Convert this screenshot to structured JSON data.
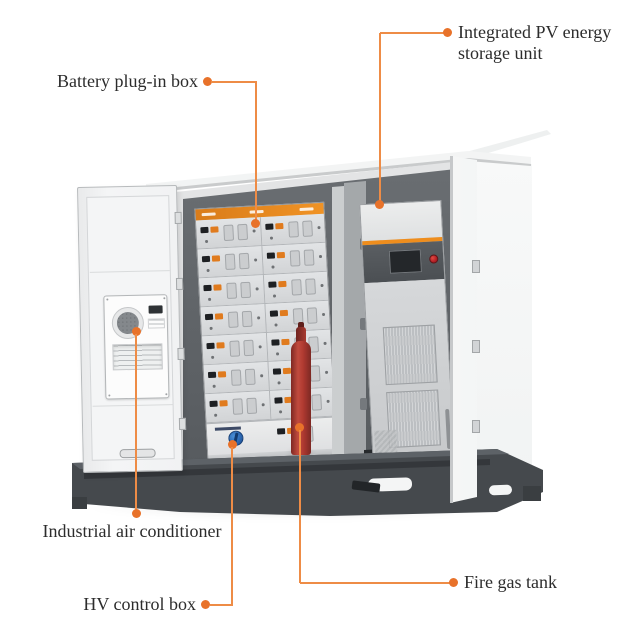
{
  "callouts": {
    "pv_unit": {
      "label": "Integrated PV energy storage unit"
    },
    "battery_box": {
      "label": "Battery plug-in box"
    },
    "air_conditioner": {
      "label": "Industrial air conditioner"
    },
    "hv_control": {
      "label": "HV control box"
    },
    "fire_tank": {
      "label": "Fire gas tank"
    }
  },
  "colors": {
    "callout_line": "#ee8c46",
    "callout_dot": "#e8722a",
    "battery_header_orange": "#e8821e",
    "pcs_stripe_orange": "#ee8d1d",
    "fire_tank_red": "#b43a32",
    "emergency_button_red": "#c2262c",
    "hv_breaker_blue": "#2f74c0"
  },
  "battery_rack": {
    "module_rows": 7,
    "columns": 2
  }
}
